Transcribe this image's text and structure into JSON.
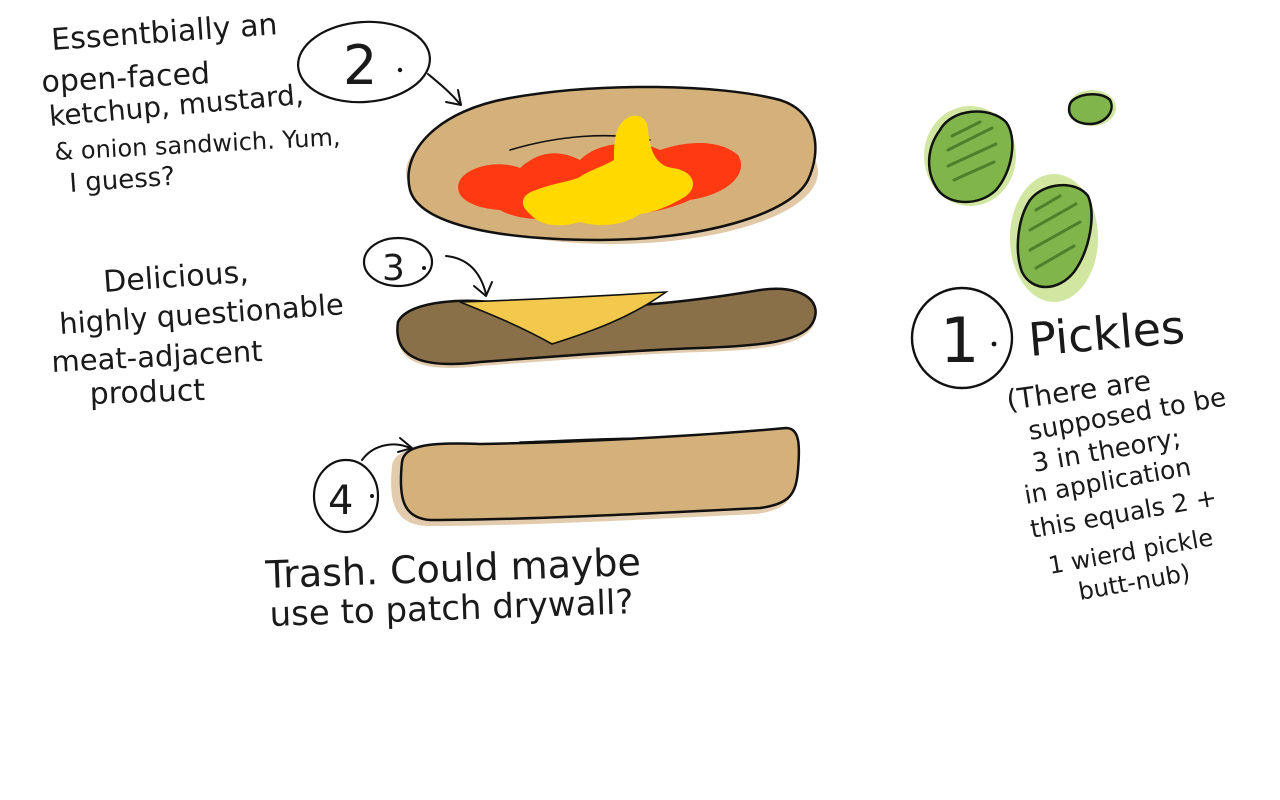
{
  "annotations": {
    "top_bun": {
      "number": "2",
      "lines": [
        "Essentbially an",
        "open-faced",
        "ketchup, mustard,",
        "& onion sandwich. Yum,",
        "I guess?"
      ]
    },
    "patty": {
      "number": "3",
      "lines": [
        "Delicious,",
        "highly questionable",
        "meat-adjacent",
        "product"
      ]
    },
    "bottom_bun": {
      "number": "4",
      "lines": [
        "Trash. Could maybe",
        "use  to patch drywall?"
      ]
    },
    "pickles": {
      "number": "1",
      "title": "Pickles",
      "lines": [
        "(There are",
        "supposed to be",
        "3 in theory;",
        "in application",
        "this equals 2 +",
        "1 wierd pickle",
        "butt-nub)"
      ]
    }
  },
  "colors": {
    "bun": "#d4b07a",
    "bun_shadow": "#c89a5c",
    "ketchup": "#ff3a12",
    "mustard": "#ffd900",
    "patty": "#8a7048",
    "cheese": "#f2c94c",
    "pickle": "#7fb54a",
    "pickle_halo": "#c6e08a",
    "ink": "#111111"
  }
}
